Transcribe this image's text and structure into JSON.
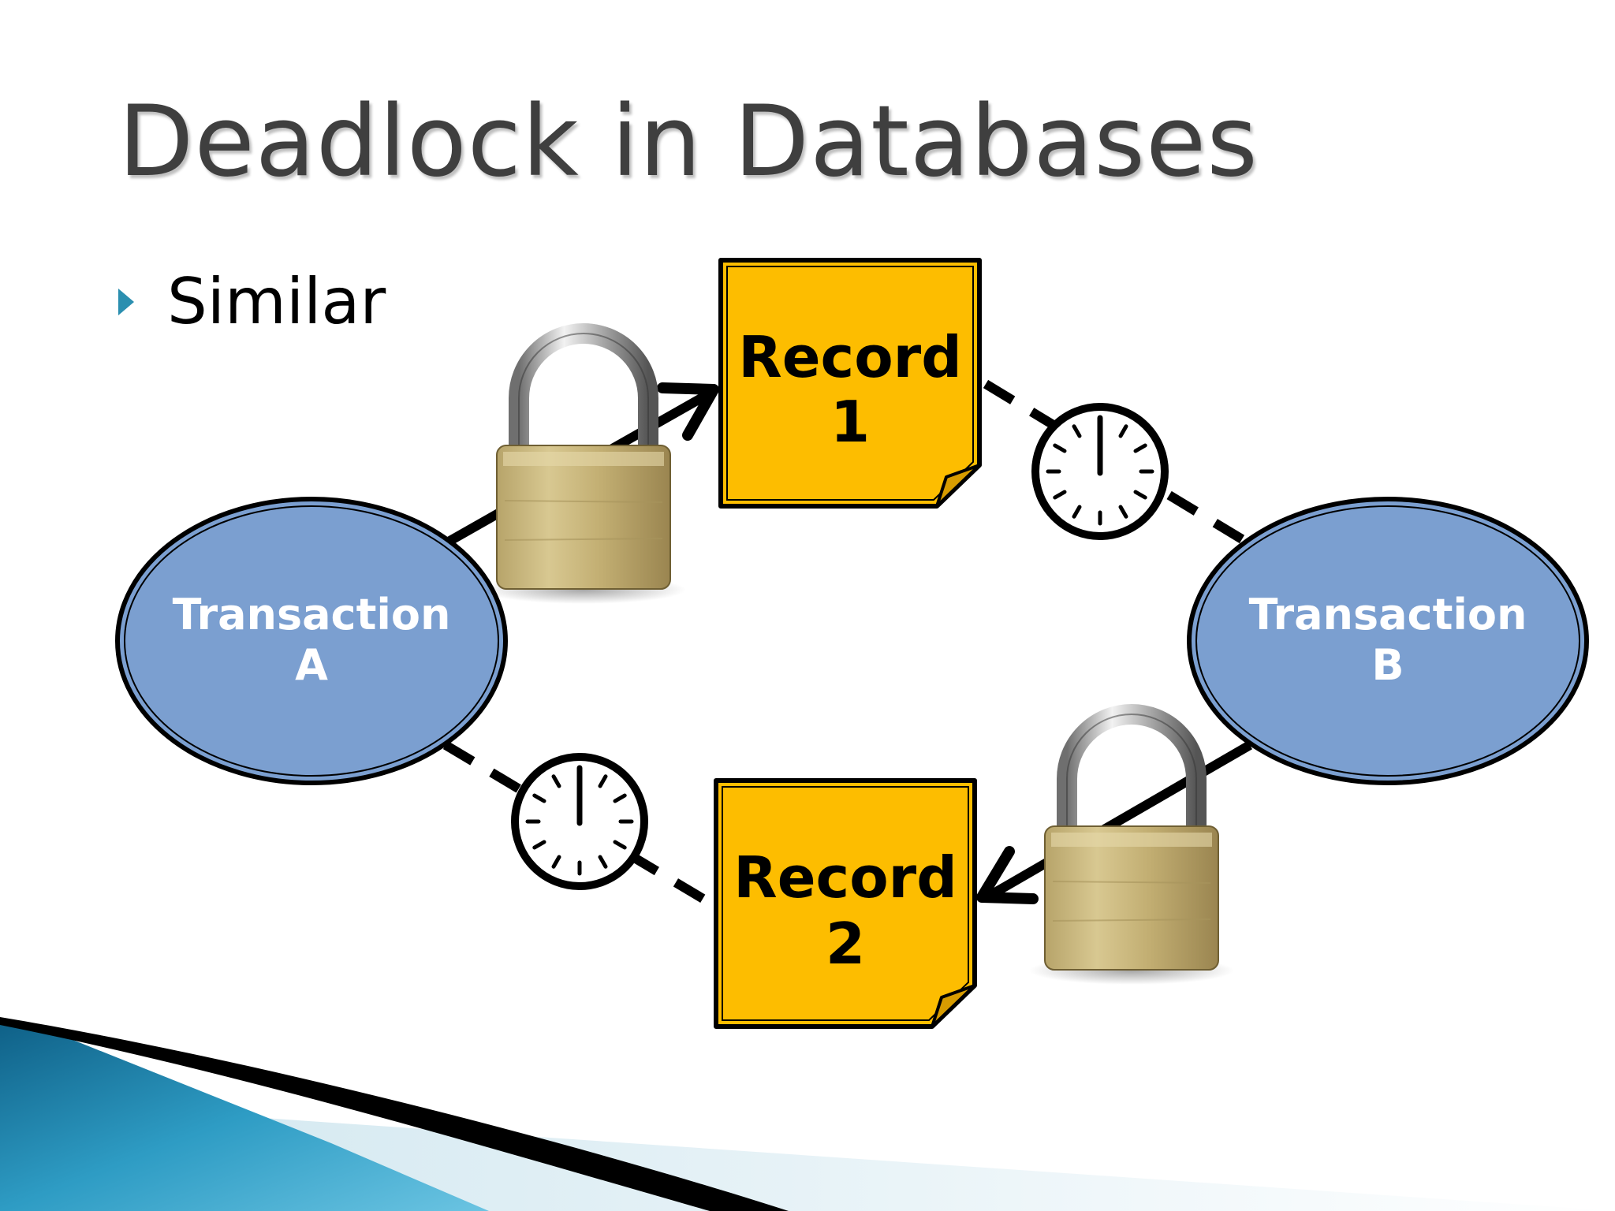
{
  "slide": {
    "title": "Deadlock in Databases",
    "bullet": "Similar"
  },
  "diagram": {
    "transaction_a": {
      "line1": "Transaction",
      "line2": "A"
    },
    "transaction_b": {
      "line1": "Transaction",
      "line2": "B"
    },
    "record_1": {
      "line1": "Record",
      "line2": "1"
    },
    "record_2": {
      "line1": "Record",
      "line2": "2"
    }
  },
  "colors": {
    "title_text": "#3f3f3f",
    "bullet_marker": "#2b8fb0",
    "transaction_fill": "#7b9fd0",
    "record_fill": "#fdbd00",
    "footer_blue": "#2596be",
    "footer_dark": "#000000"
  },
  "icons": [
    "padlock-icon",
    "clock-icon",
    "bullet-triangle-icon"
  ]
}
